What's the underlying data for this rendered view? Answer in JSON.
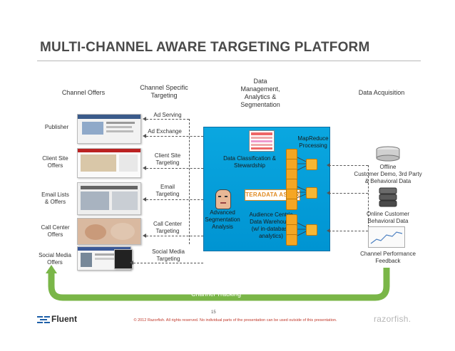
{
  "title": "MULTI-CHANNEL AWARE TARGETING PLATFORM",
  "headers": {
    "channel_offers": "Channel Offers",
    "channel_specific_1": "Channel Specific",
    "channel_specific_2": "Targeting",
    "data_mgmt_1": "Data",
    "data_mgmt_2": "Management,",
    "data_mgmt_3": "Analytics &",
    "data_mgmt_4": "Segmentation",
    "data_acquisition": "Data Acquisition"
  },
  "offers": {
    "publisher": "Publisher",
    "client_site_1": "Client Site",
    "client_site_2": "Offers",
    "email_1": "Email Lists",
    "email_2": "& Offers",
    "call_center_1": "Call Center",
    "call_center_2": "Offers",
    "social_1": "Social Media",
    "social_2": "Offers"
  },
  "targeting": {
    "ad_serving": "Ad Serving",
    "ad_exchange": "Ad Exchange",
    "client_site_1": "Client Site",
    "client_site_2": "Targeting",
    "email_1": "Email",
    "email_2": "Targeting",
    "call_center_1": "Call Center",
    "call_center_2": "Targeting",
    "social_1": "Social Media",
    "social_2": "Targeting"
  },
  "platform": {
    "mapreduce_1": "MapReduce",
    "mapreduce_2": "Processing",
    "classification_1": "Data Classification &",
    "classification_2": "Stewardship",
    "teradata": "TERADATA ASTER",
    "advanced_1": "Advanced",
    "advanced_2": "Segmentation",
    "advanced_3": "Analysis",
    "audience_1": "Audience Centric",
    "audience_2": "Data Warehouse",
    "audience_3": "(w/ in-database",
    "audience_4": "analytics)"
  },
  "acquisition": {
    "offline_1": "Offline",
    "offline_2": "Customer Demo, 3rd Party",
    "offline_3": "& Behavioral  Data",
    "online_1": "Online Customer",
    "online_2": "Behavioral Data",
    "performance_1": "Channel Performance",
    "performance_2": "Feedback"
  },
  "channel_tracking": "Channel Tracking",
  "footer": {
    "page": "15",
    "copyright": "© 2012 Razorfish. All rights reserved. No individual parts of the presentation can be used outside of this presentation.",
    "logo_left": "Fluent",
    "logo_right": "razorfish."
  },
  "colors": {
    "platform_blue": "#0099d8",
    "tracking_green": "#7ab648",
    "node_orange": "#f5a623",
    "copyright_red": "#c0392b"
  }
}
